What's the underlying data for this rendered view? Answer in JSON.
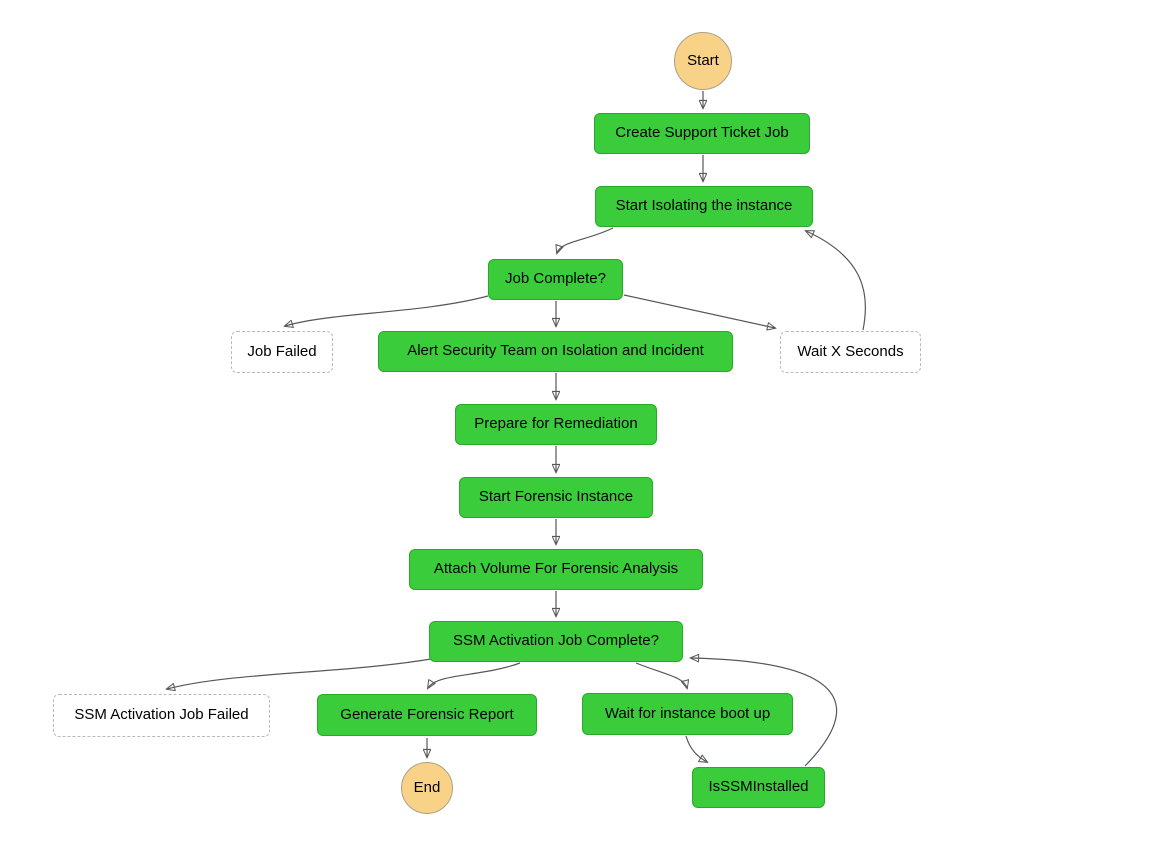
{
  "diagram": {
    "type": "flowchart",
    "colors": {
      "process_fill": "#3acc3a",
      "process_border": "#2aa82a",
      "terminal_fill": "#f8d287",
      "terminal_border": "#ada089",
      "optional_fill": "#ffffff",
      "optional_border": "#b9b9b9",
      "edge": "#575757",
      "text": "#000000",
      "background": "#ffffff"
    },
    "nodes": {
      "start": {
        "label": "Start",
        "shape": "circle"
      },
      "create_ticket": {
        "label": "Create Support Ticket Job",
        "shape": "process"
      },
      "isolate": {
        "label": "Start Isolating the instance",
        "shape": "process"
      },
      "job_complete": {
        "label": "Job Complete?",
        "shape": "process"
      },
      "job_failed": {
        "label": "Job Failed",
        "shape": "dashed"
      },
      "alert_security": {
        "label": "Alert Security Team on Isolation and Incident",
        "shape": "process"
      },
      "wait_x": {
        "label": "Wait X Seconds",
        "shape": "dashed"
      },
      "prepare": {
        "label": "Prepare for Remediation",
        "shape": "process"
      },
      "start_forensic": {
        "label": "Start Forensic Instance",
        "shape": "process"
      },
      "attach_volume": {
        "label": "Attach Volume For Forensic Analysis",
        "shape": "process"
      },
      "ssm_complete": {
        "label": "SSM Activation Job Complete?",
        "shape": "process"
      },
      "ssm_failed": {
        "label": "SSM Activation Job Failed",
        "shape": "dashed"
      },
      "generate_report": {
        "label": "Generate Forensic Report",
        "shape": "process"
      },
      "wait_boot": {
        "label": "Wait for instance boot up",
        "shape": "process"
      },
      "end": {
        "label": "End",
        "shape": "circle"
      },
      "is_ssm_installed": {
        "label": "IsSSMInstalled",
        "shape": "process"
      }
    },
    "edges": [
      {
        "from": "start",
        "to": "create_ticket"
      },
      {
        "from": "create_ticket",
        "to": "isolate"
      },
      {
        "from": "isolate",
        "to": "job_complete"
      },
      {
        "from": "job_complete",
        "to": "job_failed"
      },
      {
        "from": "job_complete",
        "to": "alert_security"
      },
      {
        "from": "job_complete",
        "to": "wait_x"
      },
      {
        "from": "wait_x",
        "to": "isolate"
      },
      {
        "from": "alert_security",
        "to": "prepare"
      },
      {
        "from": "prepare",
        "to": "start_forensic"
      },
      {
        "from": "start_forensic",
        "to": "attach_volume"
      },
      {
        "from": "attach_volume",
        "to": "ssm_complete"
      },
      {
        "from": "ssm_complete",
        "to": "ssm_failed"
      },
      {
        "from": "ssm_complete",
        "to": "generate_report"
      },
      {
        "from": "ssm_complete",
        "to": "wait_boot"
      },
      {
        "from": "generate_report",
        "to": "end"
      },
      {
        "from": "wait_boot",
        "to": "is_ssm_installed"
      },
      {
        "from": "is_ssm_installed",
        "to": "ssm_complete"
      }
    ]
  }
}
